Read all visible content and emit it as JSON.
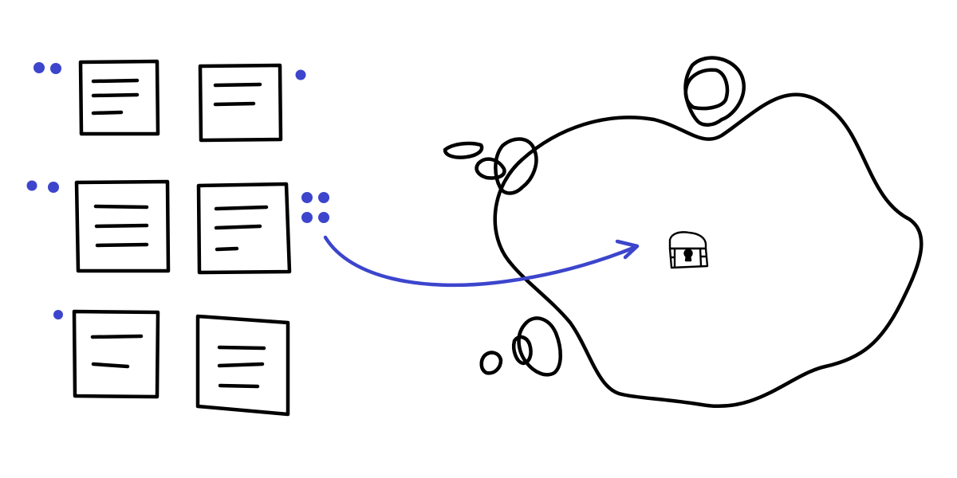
{
  "colors": {
    "background": "#ffffff",
    "ink": "#000000",
    "accent": "#3c45cc"
  },
  "cards": [
    {
      "lines": 3,
      "dots": 2
    },
    {
      "lines": 2,
      "dots": 1
    },
    {
      "lines": 3,
      "dots": 2
    },
    {
      "lines": 3,
      "dots": 4
    },
    {
      "lines": 2,
      "dots": 1
    },
    {
      "lines": 3,
      "dots": 0
    }
  ],
  "icons": {
    "arrow": "arrow-icon",
    "island": "island-icon",
    "treasure": "treasure-chest-icon",
    "rock": "rock-icon"
  }
}
